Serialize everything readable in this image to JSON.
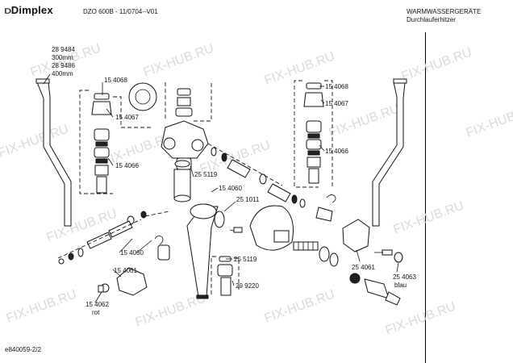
{
  "header": {
    "brand": "Dimplex",
    "doc_code": "DZO 600B - 11/0704--V01",
    "category": "WARMWASSERGERÄTE",
    "subcategory": "Durchlauferhitzer"
  },
  "footer": {
    "doc_id": "e840059-2/2"
  },
  "watermark": "FIX-HUB.RU",
  "labels": {
    "p289484": "28 9484",
    "len300": "300mm",
    "p289486": "28 9486",
    "len400": "400mm",
    "p154068_left": "15 4068",
    "p154067_left": "15 4067",
    "p154066_left": "15 4066",
    "p255119_top": "25 5119",
    "p154060_mid": "15 4060",
    "p251011": "25 1011",
    "p154060_left": "15 4060",
    "p154061_left": "15 4061",
    "p154062": "15 4062",
    "rot": "rot",
    "p255119_low": "25 5119",
    "p299220": "29 9220",
    "p154068_right": "15 4068",
    "p154067_right": "15 4067",
    "p154066_right": "15 4066",
    "p254061": "25 4061",
    "p254063": "25 4063",
    "blau": "blau"
  },
  "colors": {
    "ink": "#111111",
    "watermark": "#d9d9d9"
  }
}
